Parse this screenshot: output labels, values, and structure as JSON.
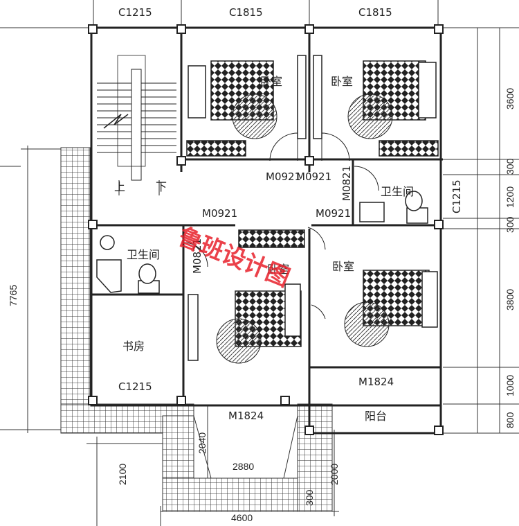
{
  "windows": {
    "top_left": "C1215",
    "top_mid": "C1815",
    "top_right": "C1815",
    "right_wc": "C1215",
    "study": "C1215"
  },
  "doors": {
    "bed1": "M0921",
    "bed2": "M0921",
    "wc_right_side": "M0821",
    "hall": "M0921",
    "bed4": "M0921",
    "wc_left": "M0821",
    "bed3_balcony": "M1824",
    "bed4_balcony": "M1824"
  },
  "rooms": {
    "bed1": "卧室",
    "bed2": "卧室",
    "wc_right": "卫生间",
    "wc_left": "卫生间",
    "bed3": "卧室",
    "bed4": "卧室",
    "study": "书房",
    "balcony": "阳台",
    "stair_up": "上",
    "stair_down": "下"
  },
  "dimensions": {
    "right_1": "3600",
    "right_2": "300",
    "right_3": "1200",
    "right_4": "300",
    "right_5": "3800",
    "right_6": "1000",
    "right_7": "800",
    "left_total": "7765",
    "left_bottom": "2100",
    "balcony_depth": "2040",
    "balcony_width": "2880",
    "bottom_width": "4600",
    "right_bottom": "2000",
    "small_300": "300"
  },
  "watermark": "鲁班设计图",
  "colors": {
    "line": "#222222",
    "watermark": "#e8202a"
  }
}
